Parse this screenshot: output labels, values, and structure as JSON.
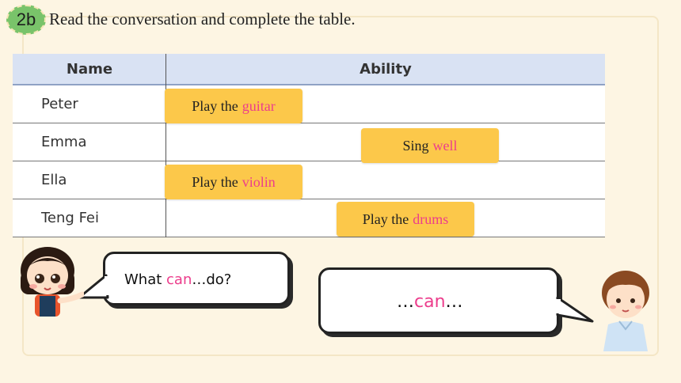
{
  "exercise": {
    "badge": "2b",
    "instruction": "Read the conversation and complete the table."
  },
  "table": {
    "headers": {
      "name": "Name",
      "ability": "Ability"
    },
    "rows": [
      {
        "name": "Peter",
        "answer_prefix": "Play the",
        "answer_highlight": "guitar"
      },
      {
        "name": "Emma",
        "answer_prefix": "Sing",
        "answer_highlight": "well"
      },
      {
        "name": "Ella",
        "answer_prefix": "Play the",
        "answer_highlight": "violin"
      },
      {
        "name": "Teng Fei",
        "answer_prefix": "Play the",
        "answer_highlight": "drums"
      }
    ]
  },
  "bubbles": {
    "question": {
      "before": "What ",
      "highlight": "can",
      "after": "…do?"
    },
    "answer": {
      "before": "…",
      "highlight": "can",
      "after": "…"
    }
  },
  "colors": {
    "background": "#fdf5e3",
    "header_bg": "#d9e2f3",
    "answer_box": "#fcc84a",
    "highlight": "#ec3d8c",
    "badge": "#79c36a"
  },
  "icons": [
    "girl-character-icon",
    "boy-character-icon"
  ]
}
